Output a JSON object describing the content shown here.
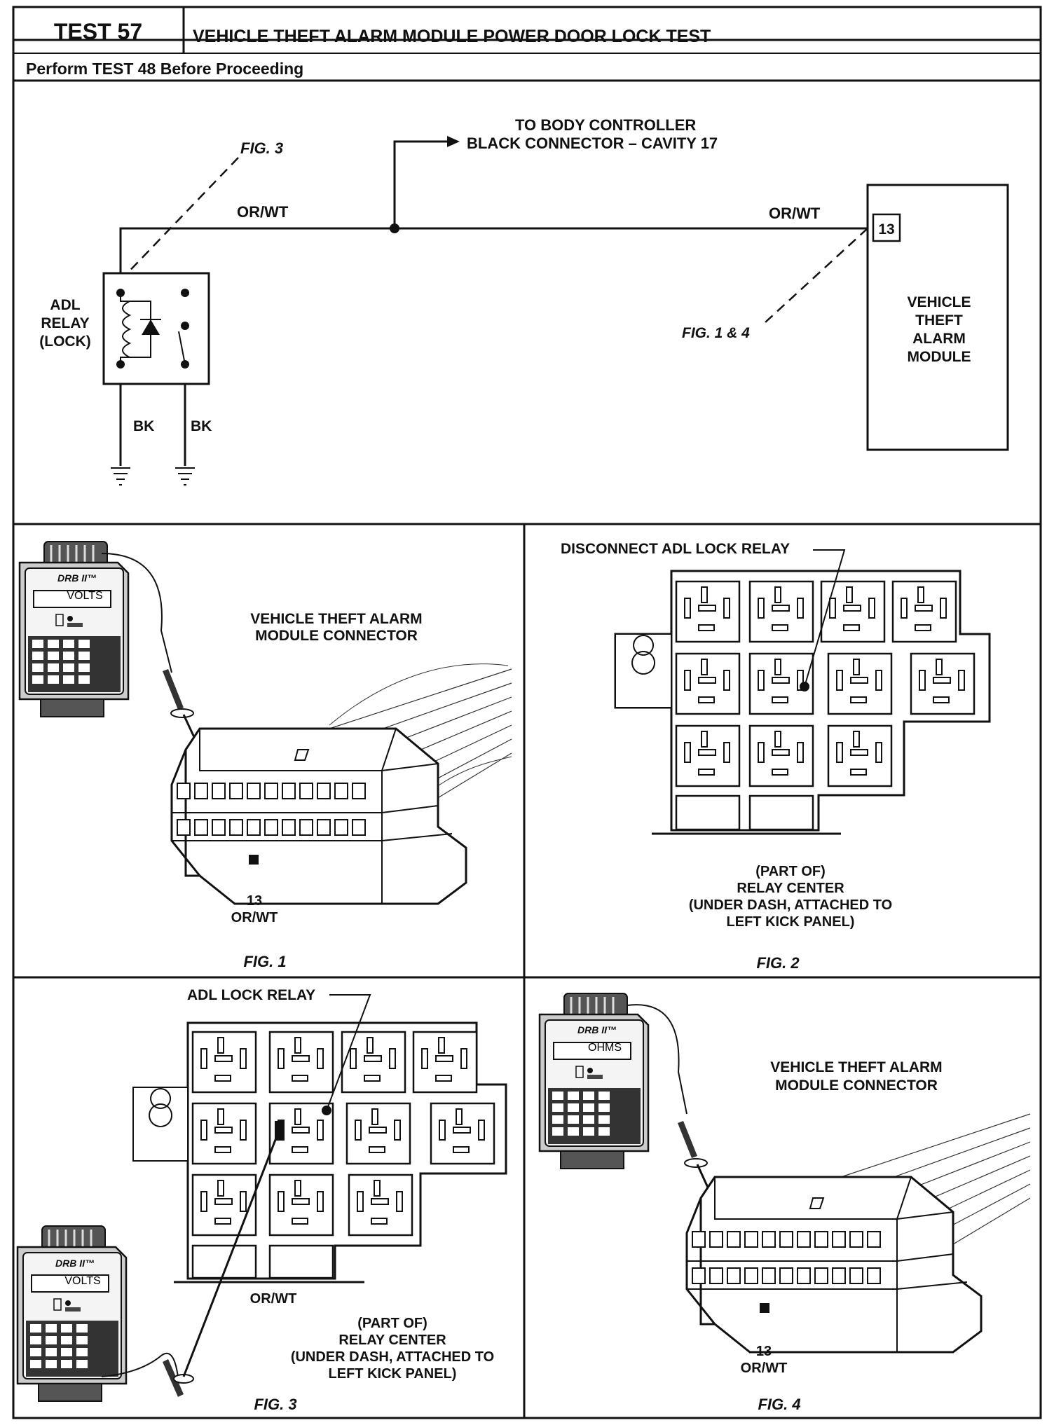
{
  "header": {
    "test_label": "TEST 57",
    "title": "VEHICLE THEFT ALARM MODULE POWER DOOR LOCK TEST",
    "subtitle": "Perform TEST 48 Before Proceeding"
  },
  "schematic": {
    "to_body_controller_line1": "TO BODY CONTROLLER",
    "to_body_controller_line2": "BLACK CONNECTOR – CAVITY 17",
    "fig3_ref": "FIG. 3",
    "wire_left": "OR/WT",
    "wire_right": "OR/WT",
    "pin": "13",
    "relay_label": [
      "ADL",
      "RELAY",
      "(LOCK)"
    ],
    "module_label": [
      "VEHICLE",
      "THEFT",
      "ALARM",
      "MODULE"
    ],
    "fig14_ref": "FIG. 1 & 4",
    "ground_left": "BK",
    "ground_right": "BK"
  },
  "fig1": {
    "meter_brand": "DRB II™",
    "meter_display": "VOLTS",
    "connector_label": [
      "VEHICLE THEFT ALARM",
      "MODULE CONNECTOR"
    ],
    "pin_label": "13",
    "wire_label": "OR/WT",
    "caption": "FIG. 1"
  },
  "fig2": {
    "callout": "DISCONNECT ADL LOCK RELAY",
    "description": [
      "(PART OF)",
      "RELAY CENTER",
      "(UNDER DASH, ATTACHED TO",
      "LEFT KICK PANEL)"
    ],
    "caption": "FIG. 2"
  },
  "fig3": {
    "callout": "ADL LOCK RELAY",
    "meter_brand": "DRB II™",
    "meter_display": "VOLTS",
    "wire_label": "OR/WT",
    "description": [
      "(PART OF)",
      "RELAY CENTER",
      "(UNDER DASH, ATTACHED TO",
      "LEFT KICK PANEL)"
    ],
    "caption": "FIG. 3"
  },
  "fig4": {
    "meter_brand": "DRB II™",
    "meter_display": "OHMS",
    "connector_label": [
      "VEHICLE THEFT ALARM",
      "MODULE CONNECTOR"
    ],
    "pin_label": "13",
    "wire_label": "OR/WT",
    "caption": "FIG. 4"
  }
}
